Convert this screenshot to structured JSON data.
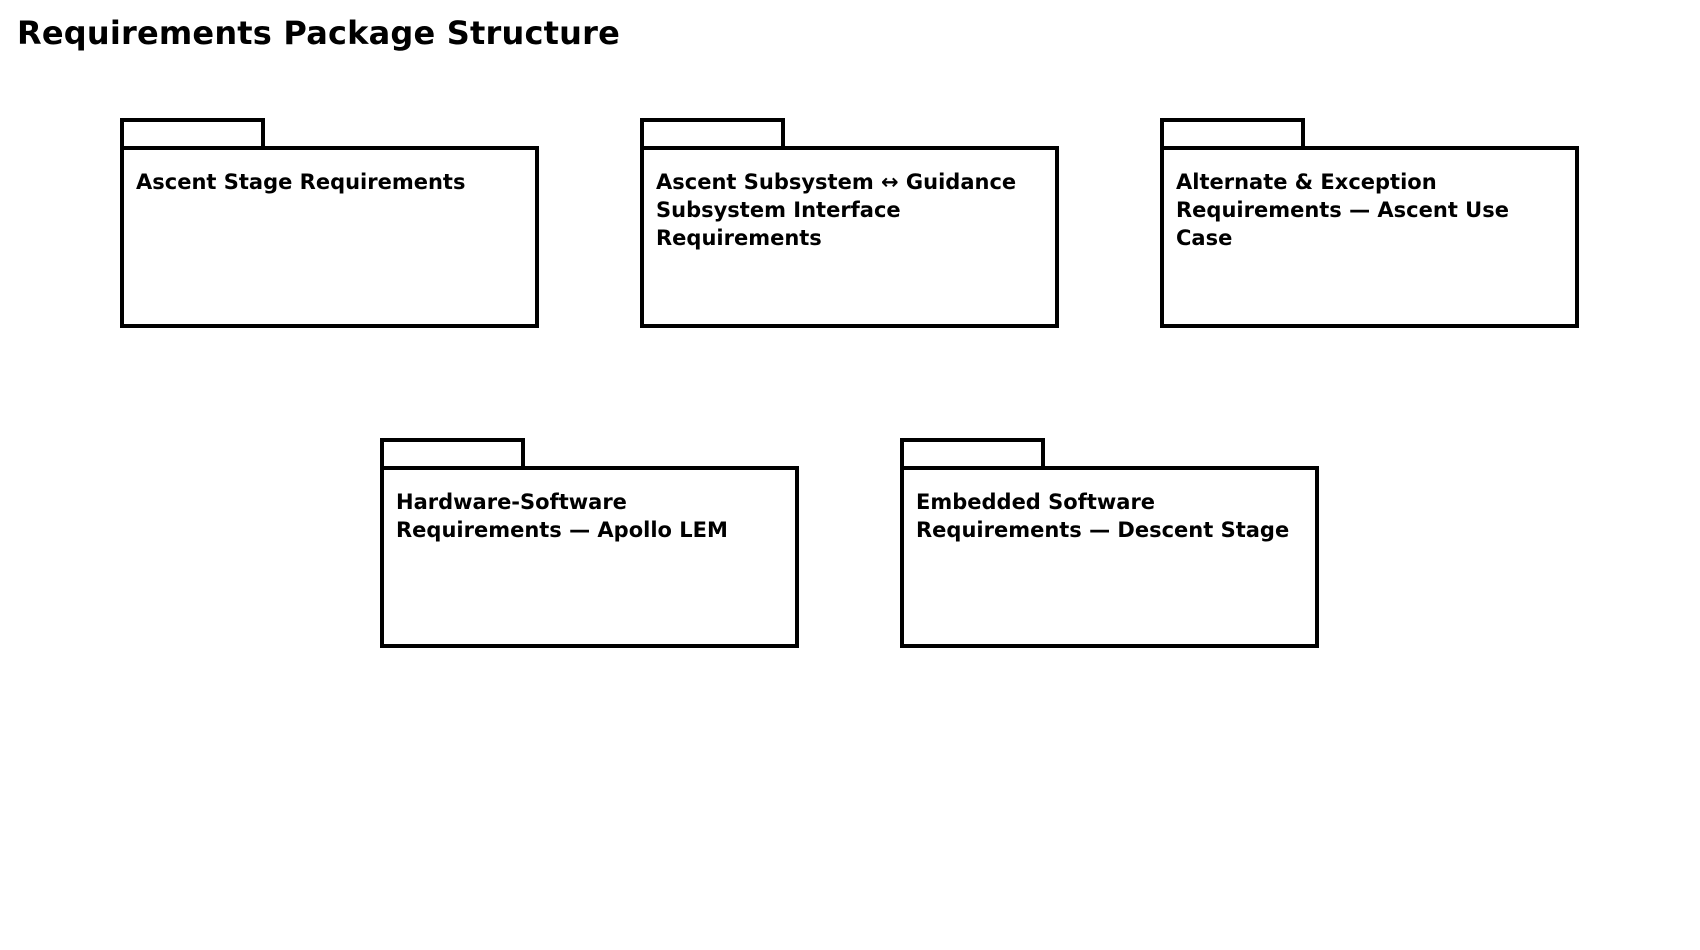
{
  "title": "Requirements Package Structure",
  "diagram": {
    "type": "uml-package-diagram",
    "colors": {
      "outline": "#000000",
      "fill": "#ffffff",
      "text": "#000000",
      "background": "#ffffff"
    },
    "packages": [
      {
        "label": "Ascent Stage Requirements"
      },
      {
        "label": "Ascent Subsystem ↔ Guidance\nSubsystem Interface\nRequirements"
      },
      {
        "label": "Alternate & Exception\nRequirements — Ascent Use\nCase"
      },
      {
        "label": "Hardware-Software\nRequirements — Apollo LEM"
      },
      {
        "label": "Embedded Software\nRequirements — Descent Stage"
      }
    ]
  }
}
